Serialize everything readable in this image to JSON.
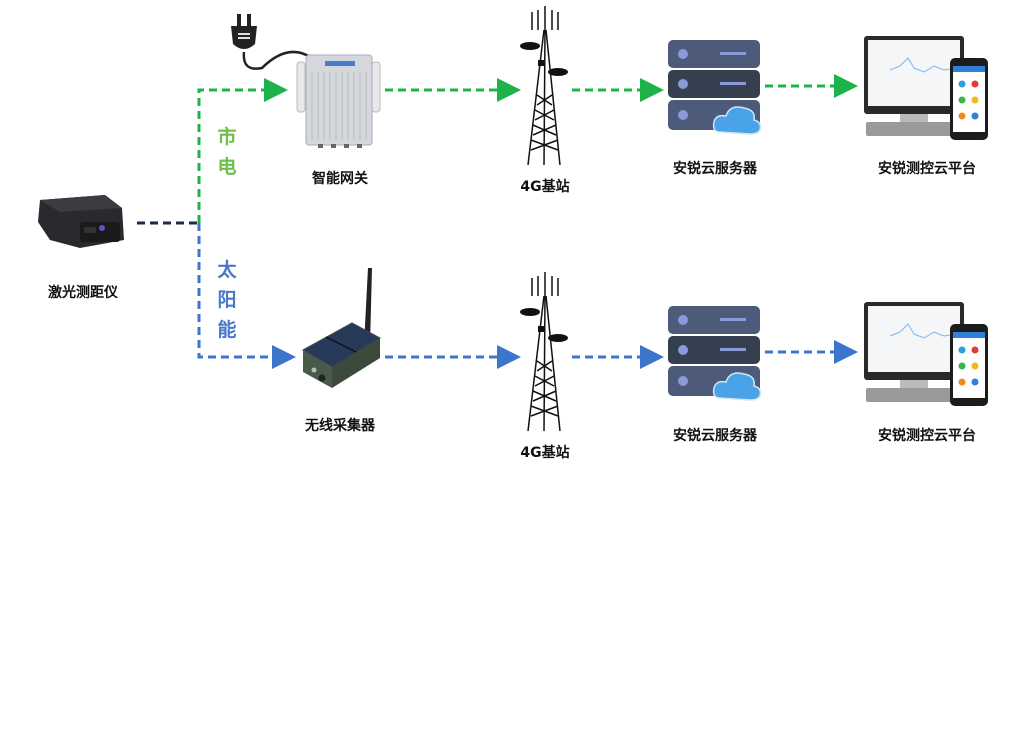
{
  "colors": {
    "mains_line": "#1db34a",
    "mains_label": "#6cc04a",
    "solar_line": "#3d74cc",
    "solar_label": "#4a78c8",
    "sensor_line": "#1a2a4a"
  },
  "source": {
    "label": "激光测距仪",
    "icon": "laser-rangefinder-device"
  },
  "branches": [
    {
      "power_label": "市电",
      "power_chars": [
        "市",
        "电"
      ],
      "gateway": {
        "label": "智能网关",
        "icon": "smart-gateway-with-power-plug"
      },
      "tower": {
        "label": "4G基站",
        "icon": "cell-tower"
      },
      "server": {
        "label": "安锐云服务器",
        "icon": "cloud-server"
      },
      "platform": {
        "label": "安锐测控云平台",
        "icon": "monitor-and-phone"
      }
    },
    {
      "power_label": "太阳能",
      "power_chars": [
        "太",
        "阳",
        "能"
      ],
      "gateway": {
        "label": "无线采集器",
        "icon": "solar-wireless-collector"
      },
      "tower": {
        "label": "4G基站",
        "icon": "cell-tower"
      },
      "server": {
        "label": "安锐云服务器",
        "icon": "cloud-server"
      },
      "platform": {
        "label": "安锐测控云平台",
        "icon": "monitor-and-phone"
      }
    }
  ]
}
